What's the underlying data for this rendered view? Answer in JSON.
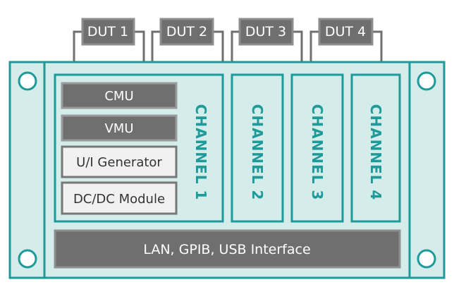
{
  "duts": [
    "DUT 1",
    "DUT 2",
    "DUT 3",
    "DUT 4"
  ],
  "modules": [
    {
      "label": "CMU",
      "style": "dark"
    },
    {
      "label": "VMU",
      "style": "dark"
    },
    {
      "label": "U/I Generator",
      "style": "light"
    },
    {
      "label": "DC/DC Module",
      "style": "light"
    }
  ],
  "channels": [
    "CHANNEL 1",
    "CHANNEL 2",
    "CHANNEL 3",
    "CHANNEL 4"
  ],
  "interface": "LAN, GPIB, USB Interface",
  "colors": {
    "accent": "#1d9a99",
    "panel_fill": "#d4ecea",
    "module_dark": "#6f6f6f",
    "module_light": "#f1f1f1"
  }
}
